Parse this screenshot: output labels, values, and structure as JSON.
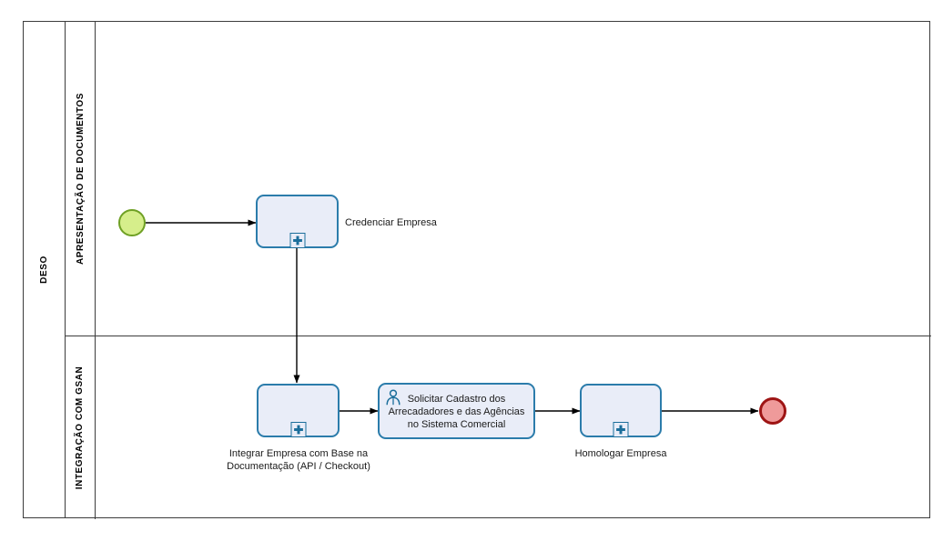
{
  "diagram": {
    "type": "bpmn-process-diagram",
    "pool": {
      "name": "DESO"
    },
    "lanes": [
      {
        "id": "lane-apresentacao",
        "name": "APRESENTAÇÃO DE DOCUMENTOS"
      },
      {
        "id": "lane-integracao",
        "name": "INTEGRAÇÃO COM GSAN"
      }
    ],
    "events": [
      {
        "id": "start-event",
        "type": "start",
        "lane": "lane-apresentacao",
        "fill": "#d6ee8b",
        "stroke": "#6fa024"
      },
      {
        "id": "end-event",
        "type": "end",
        "lane": "lane-integracao",
        "fill": "#ef9a9a",
        "stroke": "#9e1414"
      }
    ],
    "tasks": [
      {
        "id": "task-credenciar-empresa",
        "label": "Credenciar Empresa",
        "label_position": "right",
        "lane": "lane-apresentacao",
        "marker": "sub-process",
        "icon": null
      },
      {
        "id": "task-integrar-empresa",
        "label": "Integrar Empresa com Base na\nDocumentação (API / Checkout)",
        "label_position": "below",
        "lane": "lane-integracao",
        "marker": "sub-process",
        "icon": null
      },
      {
        "id": "task-solicitar-cadastro",
        "label": "Solicitar Cadastro dos\nArrecadadores e das Agências\nno Sistema Comercial",
        "label_position": "inside",
        "lane": "lane-integracao",
        "marker": null,
        "icon": "user-task-icon"
      },
      {
        "id": "task-homologar-empresa",
        "label": "Homologar Empresa",
        "label_position": "below",
        "lane": "lane-integracao",
        "marker": "sub-process",
        "icon": null
      }
    ],
    "flows": [
      {
        "id": "flow-start-to-credenciar",
        "from": "start-event",
        "to": "task-credenciar-empresa"
      },
      {
        "id": "flow-credenciar-to-integrar",
        "from": "task-credenciar-empresa",
        "to": "task-integrar-empresa"
      },
      {
        "id": "flow-integrar-to-solicitar",
        "from": "task-integrar-empresa",
        "to": "task-solicitar-cadastro"
      },
      {
        "id": "flow-solicitar-to-homologar",
        "from": "task-solicitar-cadastro",
        "to": "task-homologar-empresa"
      },
      {
        "id": "flow-homologar-to-end",
        "from": "task-homologar-empresa",
        "to": "end-event"
      }
    ],
    "colors": {
      "task_fill": "#e9edf8",
      "task_stroke": "#2b7cab",
      "frame_stroke": "#3c3c3c",
      "connector": "#000000",
      "marker_stroke": "#1b6e9b"
    }
  }
}
